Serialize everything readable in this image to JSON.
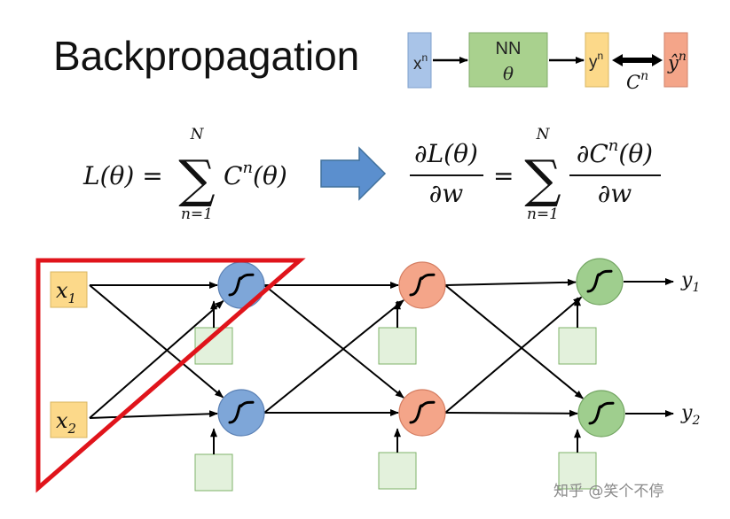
{
  "title": "Backpropagation",
  "pipeline": {
    "input_label": "x",
    "input_sup": "n",
    "nn_line1": "NN",
    "nn_line2": "θ",
    "output_label": "y",
    "output_sup": "n",
    "target_label": "ŷ",
    "target_sup": "n",
    "cost_label": "C",
    "cost_sup": "n"
  },
  "equations": {
    "loss_lhs": "L(θ) =",
    "sum_top": "N",
    "sum_symbol": "∑",
    "sum_bottom": "n=1",
    "cost_term": "C",
    "cost_sup": "n",
    "cost_arg": "(θ)",
    "grad_num": "∂L(θ)",
    "grad_den": "∂w",
    "equals": "=",
    "grad2_num_a": "∂C",
    "grad2_num_sup": "n",
    "grad2_num_b": "(θ)",
    "grad2_den": "∂w"
  },
  "network": {
    "inputs": [
      {
        "label": "x",
        "sub": "1"
      },
      {
        "label": "x",
        "sub": "2"
      }
    ],
    "outputs": [
      {
        "label": "y",
        "sub": "1"
      },
      {
        "label": "y",
        "sub": "2"
      }
    ],
    "layer_colors": [
      "#7ea6d8",
      "#f4a589",
      "#9fce8e"
    ],
    "bias_color": "#e3f1dc",
    "input_color": "#fcd98a",
    "highlight_color": "#e0141b"
  },
  "watermark": "知乎 @笑个不停"
}
